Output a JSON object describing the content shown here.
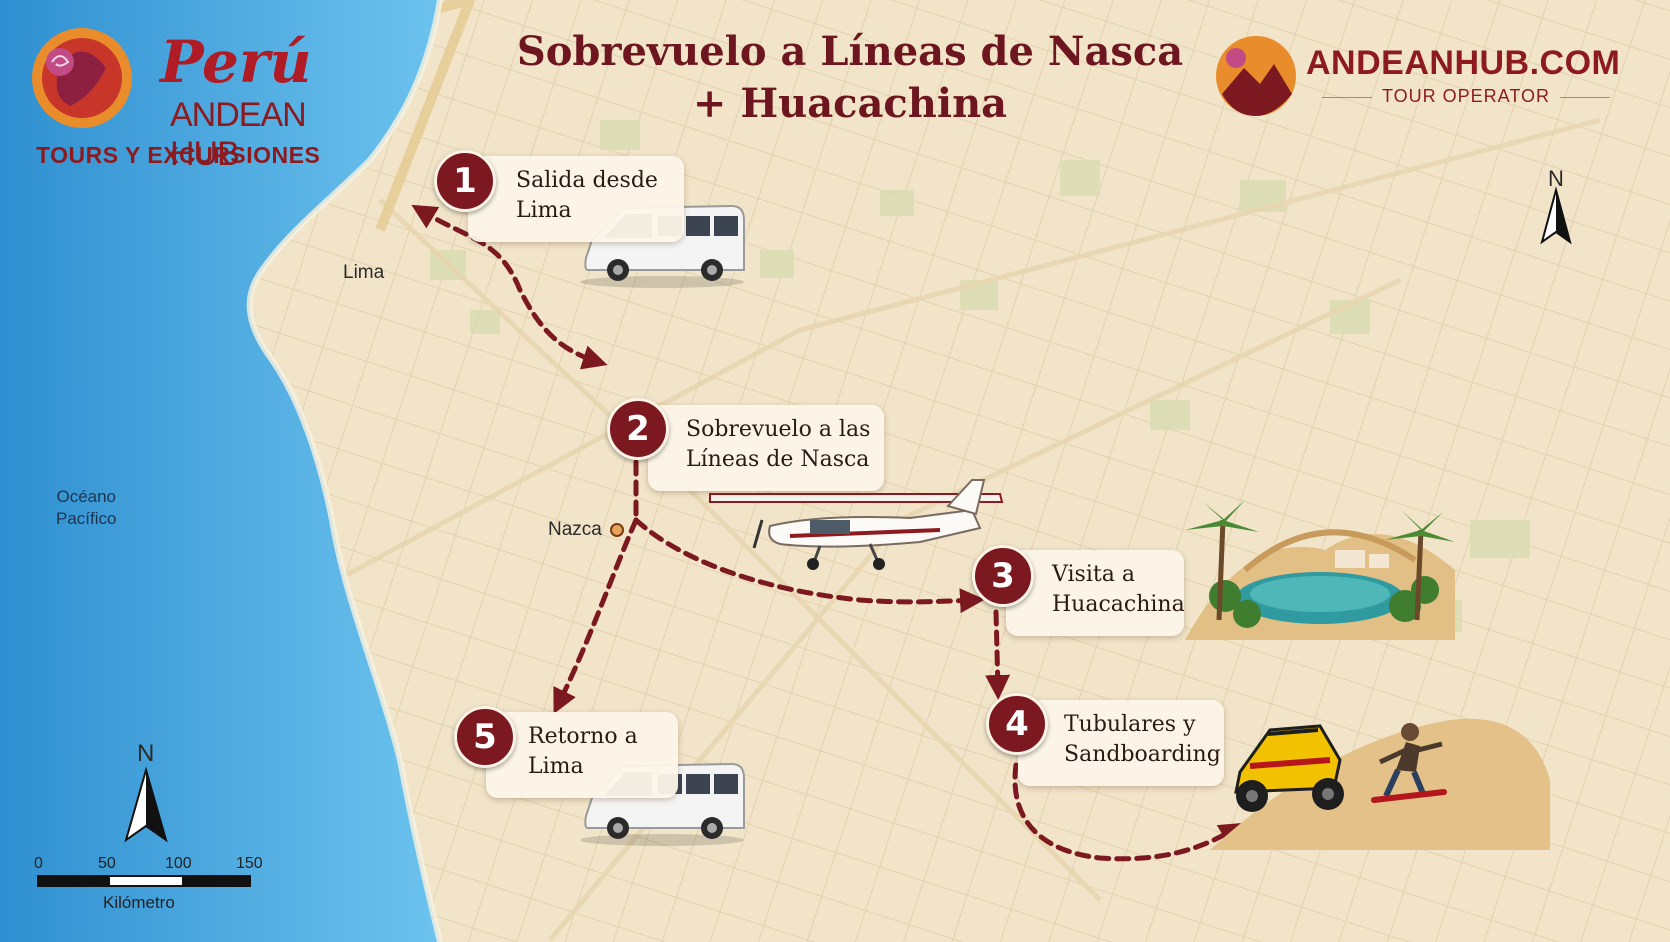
{
  "title": {
    "line1": "Sobrevuelo a Líneas de Nasca",
    "line2": "+ Huacachina"
  },
  "brand_left": {
    "name": "Perú",
    "subtitle": "ANDEAN HUB",
    "tagline": "TOURS Y EXCURSIONES"
  },
  "brand_right": {
    "name": "ANDEANHUB.COM",
    "tagline": "TOUR OPERATOR"
  },
  "places": {
    "lima": "Lima",
    "nazca": "Nazca",
    "ocean_line1": "Océano",
    "ocean_line2": "Pacífico"
  },
  "compass": {
    "letter": "N"
  },
  "scale_bar": {
    "ticks": [
      "0",
      "50",
      "100",
      "150"
    ],
    "unit": "Kilómetro"
  },
  "steps": [
    {
      "number": "1",
      "line1": "Salida desde",
      "line2": "Lima"
    },
    {
      "number": "2",
      "line1": "Sobrevuelo a las",
      "line2": "Líneas de Nasca"
    },
    {
      "number": "3",
      "line1": "Visita a",
      "line2": "Huacachina"
    },
    {
      "number": "4",
      "line1": "Tubulares y",
      "line2": "Sandboarding"
    },
    {
      "number": "5",
      "line1": "Retorno a",
      "line2": "Lima"
    }
  ],
  "illustrations": [
    "van-icon",
    "plane-icon",
    "oasis-icon",
    "dune-buggy-icon",
    "sandboarder-icon",
    "van-icon"
  ],
  "colors": {
    "accent": "#7c1820",
    "route": "#7c1820",
    "ocean": "#3aa0dc",
    "land": "#f1e4c8",
    "brand_red": "#b01c25"
  }
}
